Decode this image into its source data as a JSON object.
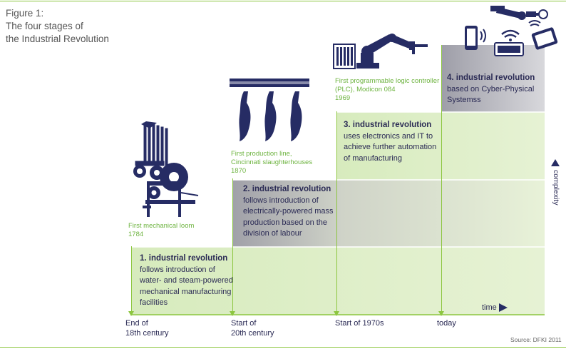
{
  "title": {
    "line1": "Figure 1:",
    "line2": "The four stages of",
    "line3": "the Industrial Revolution"
  },
  "stages": [
    {
      "heading": "1. industrial revolution",
      "lines": [
        "follows introduction of",
        "water- and steam-powered",
        "mechanical manufacturing",
        "facilities"
      ]
    },
    {
      "heading": "2. industrial revolution",
      "lines": [
        "follows introduction of",
        "electrically-powered mass",
        "production based on the",
        "division of labour"
      ]
    },
    {
      "heading": "3. industrial revolution",
      "lines": [
        "uses electronics and IT to",
        "achieve further automation",
        "of manufacturing"
      ]
    },
    {
      "heading": "4. industrial revolution",
      "lines": [
        "based on Cyber-Physical",
        "Systemss"
      ]
    }
  ],
  "milestones": [
    {
      "lines": [
        "First mechanical loom",
        "1784"
      ]
    },
    {
      "lines": [
        "First production line,",
        "Cincinnati slaughterhouses",
        "1870"
      ]
    },
    {
      "lines": [
        "First programmable logic controller",
        "(PLC), Modicon 084",
        "1969"
      ]
    }
  ],
  "ticks": [
    {
      "lines": [
        "End of",
        "18th century"
      ]
    },
    {
      "lines": [
        "Start of",
        "20th century"
      ]
    },
    {
      "lines": [
        "Start of 1970s"
      ]
    },
    {
      "lines": [
        "today"
      ]
    }
  ],
  "axis": {
    "x_label": "time",
    "y_label": "complexity"
  },
  "source": "Source: DFKI 2011",
  "colors": {
    "accent_green": "#8cc63f",
    "text_navy": "#2b2b55",
    "icon_navy": "#262c64"
  },
  "icons": [
    "mechanical-loom-icon",
    "meat-hooks-icon",
    "robot-arm-plc-icon",
    "cyber-physical-devices-icon"
  ]
}
